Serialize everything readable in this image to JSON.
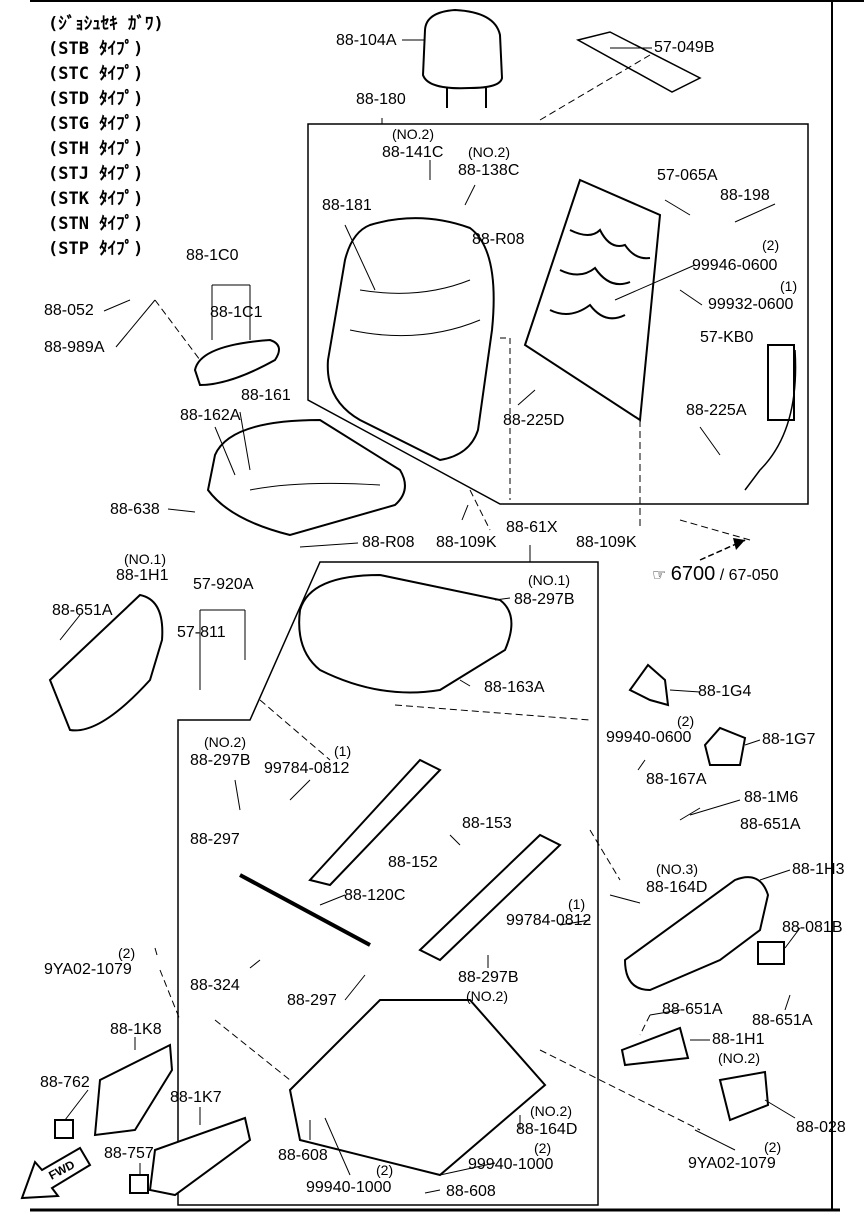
{
  "type_notes": [
    "(ｼﾞｮｼｭｾｷ ｶﾞﾜ)",
    "(STB ﾀｲﾌﾟ)",
    "(STC ﾀｲﾌﾟ)",
    "(STD ﾀｲﾌﾟ)",
    "(STG ﾀｲﾌﾟ)",
    "(STH ﾀｲﾌﾟ)",
    "(STJ ﾀｲﾌﾟ)",
    "(STK ﾀｲﾌﾟ)",
    "(STN ﾀｲﾌﾟ)",
    "(STP ﾀｲﾌﾟ)"
  ],
  "parts": {
    "p1": "88-104A",
    "p2": "57-049B",
    "p3": "88-180",
    "p4": "(NO.2)",
    "p5": "88-141C",
    "p6": "(NO.2)",
    "p7": "88-138C",
    "p8": "88-181",
    "p9": "88-R08",
    "p10": "57-065A",
    "p11": "88-198",
    "p12": "(2)",
    "p13": "99946-0600",
    "p14": "(1)",
    "p15": "99932-0600",
    "p16": "88-1C0",
    "p17": "88-052",
    "p18": "88-1C1",
    "p19": "88-989A",
    "p20": "57-KB0",
    "p21": "88-225D",
    "p22": "88-161",
    "p23": "88-162A",
    "p24": "88-225A",
    "p25": "88-638",
    "p26": "88-R08",
    "p27": "88-109K",
    "p28": "88-61X",
    "p29": "88-109K",
    "p30": "(NO.1)",
    "p31": "88-1H1",
    "p32": "57-920A",
    "p33": "(NO.1)",
    "p34": "88-297B",
    "p35": "88-651A",
    "p36": "57-811",
    "p37": "88-163A",
    "p38": "88-1G4",
    "p39": "(2)",
    "p40": "99940-0600",
    "p41": "88-1G7",
    "p42": "(NO.2)",
    "p43": "(1)",
    "p44": "88-297B",
    "p45": "99784-0812",
    "p46": "88-167A",
    "p47": "88-1M6",
    "p48": "88-651A",
    "p49": "88-153",
    "p50": "88-297",
    "p51": "88-152",
    "p52": "(NO.3)",
    "p53": "88-164D",
    "p54": "88-1H3",
    "p55": "88-120C",
    "p56": "(1)",
    "p57": "99784-0812",
    "p58": "88-081B",
    "p59": "(2)",
    "p60": "9YA02-1079",
    "p61": "88-324",
    "p62": "88-297B",
    "p63": "(NO.2)",
    "p64": "88-297",
    "p65": "88-651A",
    "p66": "88-651A",
    "p67": "88-1K8",
    "p68": "88-1H1",
    "p69": "(NO.2)",
    "p70": "88-762",
    "p71": "88-1K7",
    "p72": "(NO.2)",
    "p73": "88-164D",
    "p74": "88-028",
    "p75": "88-608",
    "p76": "(2)",
    "p77": "99940-1000",
    "p78": "(2)",
    "p79": "9YA02-1079",
    "p80": "88-757",
    "p81": "(2)",
    "p82": "99940-1000",
    "p83": "88-608"
  },
  "ref": {
    "num": "6700",
    "sep": "/",
    "code": "67-050"
  },
  "fwd": "FWD"
}
